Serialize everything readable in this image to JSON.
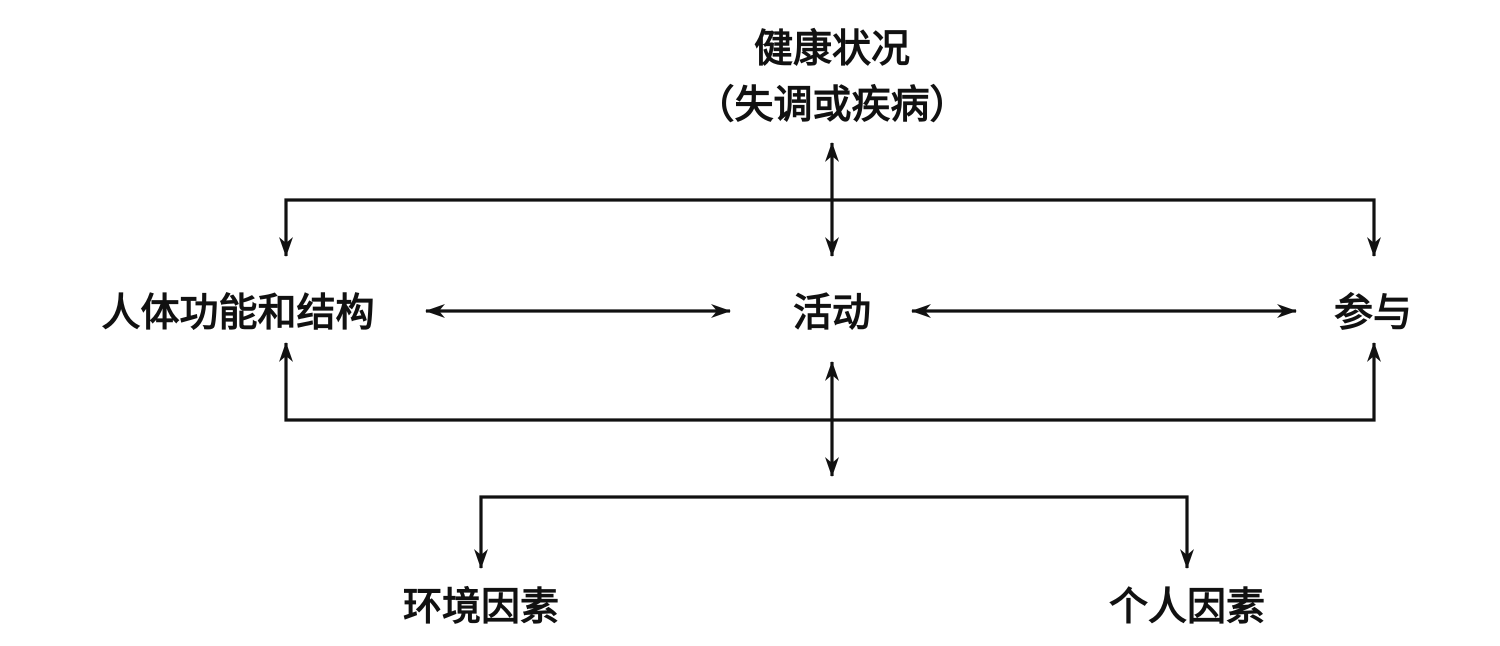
{
  "diagram": {
    "nodes": {
      "health_condition": {
        "line1": "健康状况",
        "line2": "（失调或疾病）"
      },
      "body_function": "人体功能和结构",
      "activity": "活动",
      "participation": "参与",
      "environmental_factors": "环境因素",
      "personal_factors": "个人因素"
    },
    "colors": {
      "ink": "#111111",
      "background": "#ffffff"
    }
  }
}
